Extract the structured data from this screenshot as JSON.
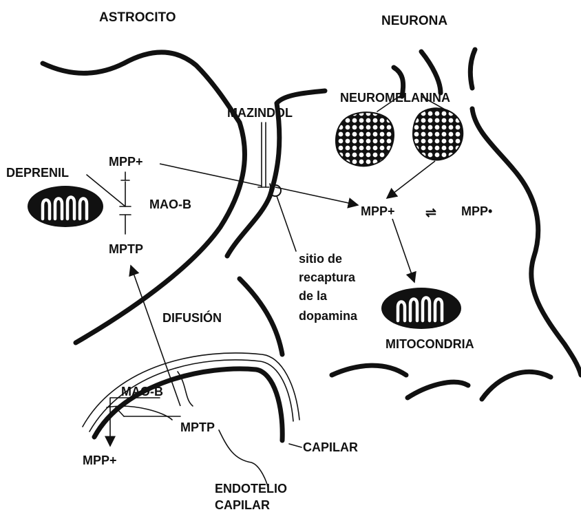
{
  "labels": {
    "astrocito": "ASTROCITO",
    "neurona": "NEURONA",
    "mazindol": "MAZINDOL",
    "neuromelanina": "NEUROMELANINA",
    "deprenil": "DEPRENIL",
    "mpp_plus_top": "MPP+",
    "mao_b_top": "MAO-B",
    "mptp_top": "MPTP",
    "mpp_plus_right": "MPP+",
    "mpp_radical": "MPP•",
    "equilibrium": "⇌",
    "sitio_line1": "sitio de",
    "sitio_line2": "recaptura",
    "sitio_line3": "de la",
    "sitio_line4": "dopamina",
    "difusion": "DIFUSIÓN",
    "mitocondria": "MITOCONDRIA",
    "mao_b_bottom": "MAO-B",
    "mptp_bottom": "MPTP",
    "mpp_plus_bottom": "MPP+",
    "capilar": "CAPILAR",
    "endotelio_line1": "ENDOTELIO",
    "endotelio_line2": "CAPILAR"
  }
}
